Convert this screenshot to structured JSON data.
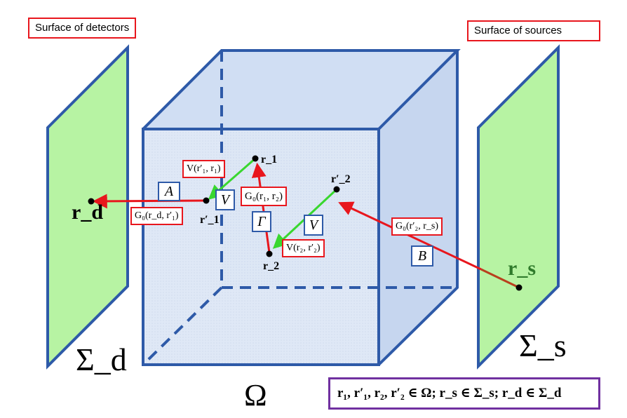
{
  "labels": {
    "detectors_surface": "Surface of detectors",
    "sources_surface": "Surface of sources",
    "sigma_d": "Σ_d",
    "sigma_s": "Σ_s",
    "omega": "Ω",
    "r_d": "r_d",
    "r_s": "r_s",
    "r1": "r_1",
    "r1p": "r′_1",
    "r2": "r_2",
    "r2p": "r′_2",
    "A": "A",
    "B": "B",
    "Gamma": "Γ",
    "V1": "V",
    "V2": "V",
    "G0_rd_r1p": "G₀(r_d, r′₁)",
    "V_r1p_r1": "V(r′₁, r₁)",
    "G0_r1_r2": "G₀(r₁, r₂)",
    "V_r2_r2p": "V(r₂, r′₂)",
    "G0_r2p_rs": "G₀(r′₂, r_s)",
    "membership": "r₁, r′₁, r₂, r′₂ ∈ Ω; r_s ∈ Σ_s; r_d ∈ Σ_d"
  },
  "colors": {
    "cube_edge": "#2e5aa8",
    "cube_fill": "#dbe6f6",
    "plane_fill": "#b7f3a3",
    "plane_edge": "#2e5aa8",
    "red_arrow": "#e8161d",
    "green_line": "#39d72f",
    "label_border": "#e8161d",
    "operator_border": "#2e5aa8",
    "eq_border": "#7030a0"
  }
}
